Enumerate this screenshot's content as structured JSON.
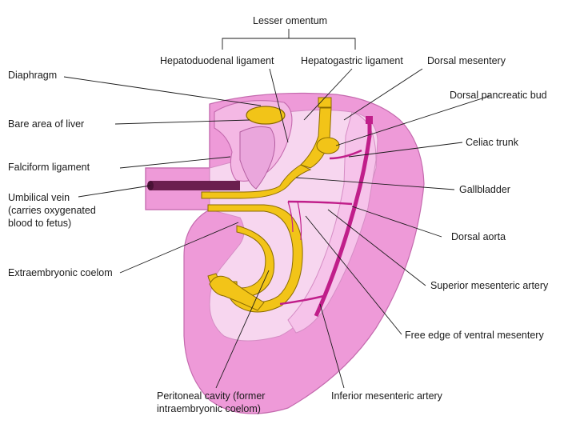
{
  "labels": {
    "lesser_omentum": "Lesser omentum",
    "hepatoduodenal_ligament": "Hepatoduodenal ligament",
    "hepatogastric_ligament": "Hepatogastric ligament",
    "dorsal_mesentery": "Dorsal mesentery",
    "dorsal_pancreatic_bud": "Dorsal pancreatic bud",
    "diaphragm": "Diaphragm",
    "bare_area_of_liver": "Bare area of liver",
    "celiac_trunk": "Celiac trunk",
    "falciform_ligament": "Falciform ligament",
    "gallbladder": "Gallbladder",
    "umbilical_vein_line1": "Umbilical vein",
    "umbilical_vein_line2": "(carries oxygenated",
    "umbilical_vein_line3": "blood to fetus)",
    "dorsal_aorta": "Dorsal aorta",
    "extraembryonic_coelom": "Extraembryonic coelom",
    "superior_mesenteric_artery": "Superior mesenteric artery",
    "free_edge_ventral_mesentery": "Free edge of ventral mesentery",
    "peritoneal_cavity_line1": "Peritoneal cavity (former",
    "peritoneal_cavity_line2": "intraembryonic coelom)",
    "inferior_mesenteric_artery": "Inferior mesenteric artery"
  },
  "colors": {
    "tissue_pink": "#ee9ad8",
    "mesentery_pink": "#f6c3ea",
    "cavity_pink": "#f7d6ef",
    "gut_yellow": "#f2c418",
    "gut_outline": "#b08a00",
    "artery_magenta": "#c01e8a",
    "vein_purple": "#6b1f4f"
  }
}
